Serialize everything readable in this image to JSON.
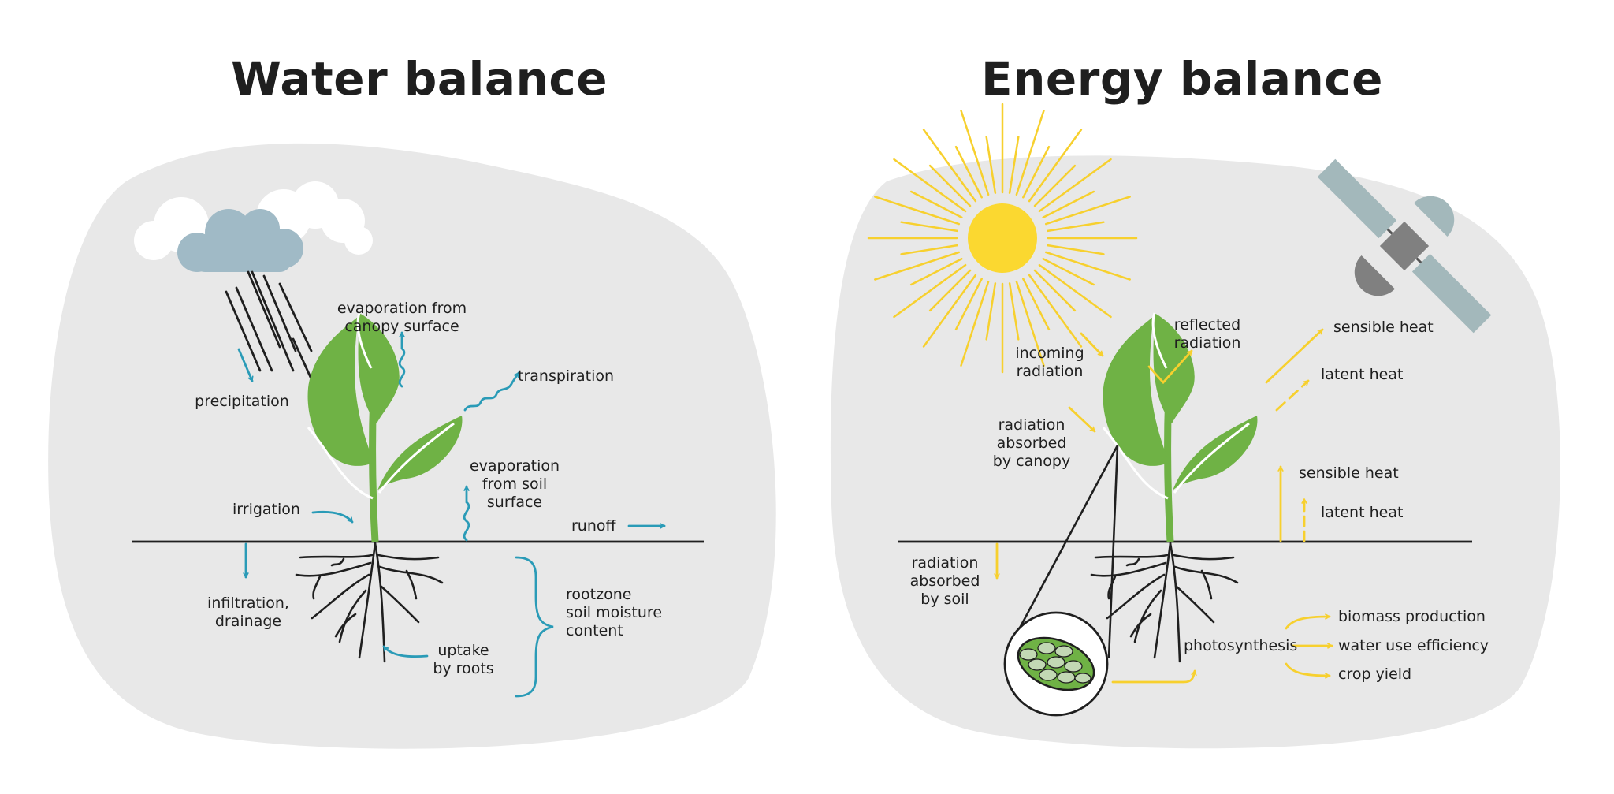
{
  "water": {
    "title": "Water balance",
    "labels": {
      "evap_canopy": [
        "evaporation from",
        "canopy surface"
      ],
      "precipitation": [
        "precipitation"
      ],
      "transpiration": [
        "transpiration"
      ],
      "evap_soil": [
        "evaporation",
        "from soil",
        "surface"
      ],
      "irrigation": [
        "irrigation"
      ],
      "runoff": [
        "runoff"
      ],
      "infiltration": [
        "infiltration,",
        "drainage"
      ],
      "rootzone": [
        "rootzone",
        "soil moisture",
        "content"
      ],
      "uptake": [
        "uptake",
        "by roots"
      ]
    }
  },
  "energy": {
    "title": "Energy balance",
    "labels": {
      "incoming": [
        "incoming",
        "radiation"
      ],
      "reflected": [
        "reflected",
        "radiation"
      ],
      "sensible_top": [
        "sensible heat"
      ],
      "latent_top": [
        "latent heat"
      ],
      "absorbed_canopy": [
        "radiation",
        "absorbed",
        "by canopy"
      ],
      "sensible_low": [
        "sensible heat"
      ],
      "latent_low": [
        "latent heat"
      ],
      "absorbed_soil": [
        "radiation",
        "absorbed",
        "by soil"
      ],
      "photosynthesis": [
        "photosynthesis"
      ],
      "biomass": [
        "biomass production"
      ],
      "wue": [
        "water use efficiency"
      ],
      "yield": [
        "crop yield"
      ]
    }
  },
  "colors": {
    "blob": "#e8e8e8",
    "plant": "#6fb245",
    "water_arrow": "#2a9bb7",
    "energy_arrow": "#f7d02e",
    "cloud": "#a0bac6",
    "sun": "#fbd830",
    "satellite_panel": "#a3b8bb",
    "satellite_body": "#808080"
  },
  "icons": [
    "cloud-icon",
    "rain-icon",
    "sun-icon",
    "satellite-icon",
    "plant-icon",
    "chloroplast-icon"
  ]
}
